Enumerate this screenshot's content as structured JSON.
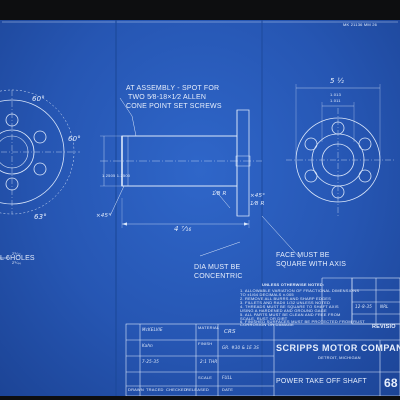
{
  "header": {
    "top_right_code": "MK 21136 MM 26"
  },
  "left_view": {
    "angle_top": "60°",
    "angle_right": "60°",
    "angle_bottom": "63°",
    "holes_num": "2⁹⁄₃₂",
    "holes_den": "2⁹⁄₄₄",
    "holes_label": "L   6HOLES"
  },
  "side_view": {
    "note_line1": "AT ASSEMBLY - SPOT FOR",
    "note_line2": "TWO  5⁄8-18×1⁄2 ALLEN",
    "note_line3": "CONE POINT SET SCREWS",
    "chamfer_left": "×45°",
    "chamfer_right": "×45°",
    "radius_a": "1⁄8 R",
    "radius_b": "1⁄8 R",
    "diameter_label": "1.2505 1.2500",
    "length_label": "4 ⁷⁄₁₆",
    "dia_note_line1": "DIA MUST BE",
    "dia_note_line2": "CONCENTRIC"
  },
  "right_view": {
    "dim_top": "5 ½",
    "dim_mid1": "1.013",
    "dim_mid2": "1.011",
    "face_note_line1": "FACE MUST BE",
    "face_note_line2": "SQUARE WITH AXIS"
  },
  "notes": {
    "title": "UNLESS OTHERWISE NOTED:",
    "lines": [
      "1. ALLOWABLE VARIATION OF FRACTIONAL DIMENSIONS",
      "   TO ±1/64  DECIMALS ±.005",
      "2. REMOVE ALL BURRS AND SHARP EDGES",
      "3. FILLETS AND RADII 1/32 UNLESS NOTED",
      "4. THREADS MUST BE SQUARE TO SHAFT AXIS",
      "   USING A HARDENED AND GROUND GAGE",
      "5. ALL PARTS MUST BE CLEAN AND FREE FROM",
      "   SCALE, RUST OR DIRT",
      "6. FINISHED SURFACES MUST BE PROTECTED FROM RUST",
      "   CORROSION OR DAMAGE"
    ]
  },
  "revision": {
    "label": "REVISIO",
    "entry1": "12-8-35",
    "entry2": "NRL"
  },
  "title_block": {
    "company": "SCRIPPS MOTOR COMPANY",
    "location": "DETROIT, MICHIGAN",
    "part_name": "POWER TAKE OFF SHAFT",
    "drawing_no": "68",
    "scale_label": "SCALE",
    "material_label": "MATERIAL",
    "material_value": "CRS",
    "finish_label": "FINISH",
    "drawn_label": "DRAWN",
    "traced_label": "TRACED",
    "checked_label": "CHECKED",
    "released_label": "RELEASED",
    "date_label": "DATE",
    "drawn_by": "McKELVIE",
    "traced_by": "Kahn",
    "date_value": "7-25-35",
    "scale_value": "FULL",
    "finish_value": "GR. #30 & 1E 3S",
    "used_on": "2:1 THR"
  }
}
